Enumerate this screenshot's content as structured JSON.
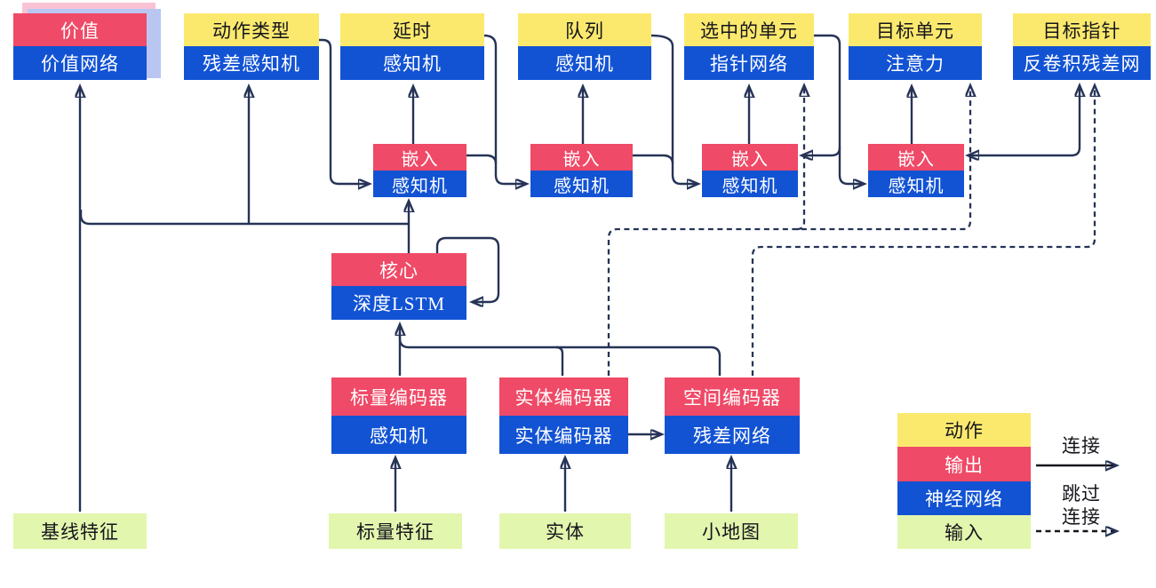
{
  "nodes": {
    "value": {
      "top": "价值",
      "bottom": "价值网络"
    },
    "action_type": {
      "top": "动作类型",
      "bottom": "残差感知机"
    },
    "delay": {
      "top": "延时",
      "bottom": "感知机"
    },
    "queue": {
      "top": "队列",
      "bottom": "感知机"
    },
    "selected_units": {
      "top": "选中的单元",
      "bottom": "指针网络"
    },
    "target_unit": {
      "top": "目标单元",
      "bottom": "注意力"
    },
    "target_point": {
      "top": "目标指针",
      "bottom": "反卷积残差网"
    },
    "embed1": {
      "top": "嵌入",
      "bottom": "感知机"
    },
    "embed2": {
      "top": "嵌入",
      "bottom": "感知机"
    },
    "embed3": {
      "top": "嵌入",
      "bottom": "感知机"
    },
    "embed4": {
      "top": "嵌入",
      "bottom": "感知机"
    },
    "core": {
      "top": "核心",
      "bottom": "深度LSTM"
    },
    "scalar_encoder": {
      "top": "标量编码器",
      "bottom": "感知机"
    },
    "entity_encoder": {
      "top": "实体编码器",
      "bottom": "实体编码器"
    },
    "spatial_encoder": {
      "top": "空间编码器",
      "bottom": "残差网络"
    }
  },
  "inputs": {
    "baseline_features": "基线特征",
    "scalar_features": "标量特征",
    "entities": "实体",
    "minimap": "小地图"
  },
  "legend": {
    "action": "动作",
    "output": "输出",
    "neural_network": "神经网络",
    "input": "输入",
    "connection": "连接",
    "skip_line1": "跳过",
    "skip_line2": "连接"
  },
  "colors": {
    "action_yellow": "#fbe96e",
    "output_red": "#ef4a67",
    "network_blue": "#1253d4",
    "input_green": "#e3f6ae",
    "wire_navy": "#263357",
    "shadow_pink": "#f9c3d3",
    "shadow_blue": "#b9c6f2"
  }
}
